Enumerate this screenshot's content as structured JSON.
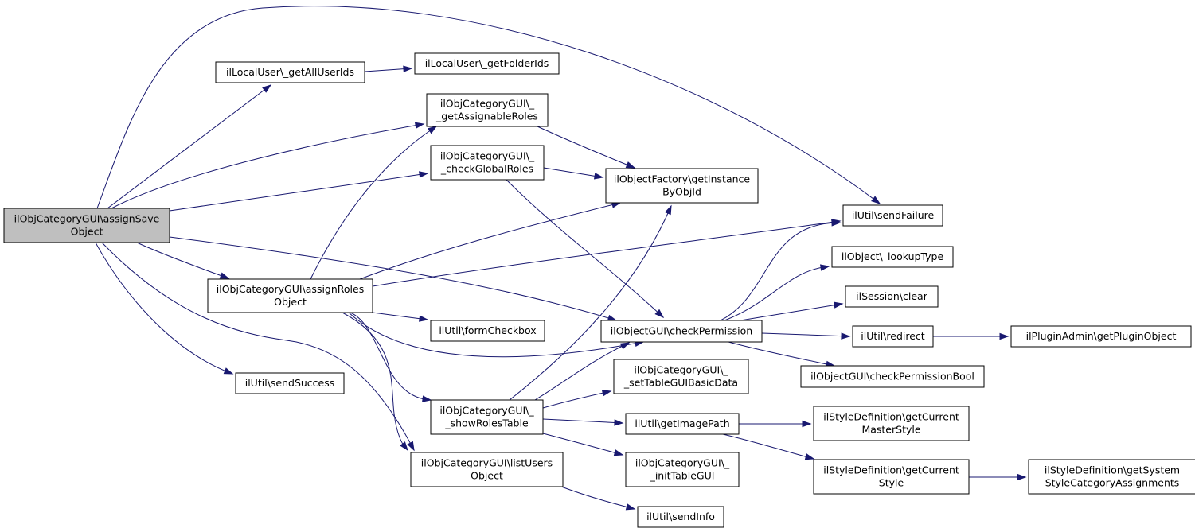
{
  "colors": {
    "edge": "#191970",
    "node_border": "#000000",
    "root_fill": "#bfbfbf",
    "node_fill": "#ffffff"
  },
  "nodes": {
    "root": [
      "ilObjCategoryGUI\\assignSave",
      "Object"
    ],
    "getAllUserIds": [
      "ilLocalUser\\_getAllUserIds"
    ],
    "getFolderIds": [
      "ilLocalUser\\_getFolderIds"
    ],
    "getAssignableRoles": [
      "ilObjCategoryGUI\\_",
      "_getAssignableRoles"
    ],
    "checkGlobalRoles": [
      "ilObjCategoryGUI\\_",
      "_checkGlobalRoles"
    ],
    "getInstanceByObjId": [
      "ilObjectFactory\\getInstance",
      "ByObjId"
    ],
    "sendFailure": [
      "ilUtil\\sendFailure"
    ],
    "lookupType": [
      "ilObject\\_lookupType"
    ],
    "sessionClear": [
      "ilSession\\clear"
    ],
    "assignRolesObject": [
      "ilObjCategoryGUI\\assignRoles",
      "Object"
    ],
    "formCheckbox": [
      "ilUtil\\formCheckbox"
    ],
    "checkPermission": [
      "ilObjectGUI\\checkPermission"
    ],
    "redirect": [
      "ilUtil\\redirect"
    ],
    "getPluginObject": [
      "ilPluginAdmin\\getPluginObject"
    ],
    "checkPermissionBool": [
      "ilObjectGUI\\checkPermissionBool"
    ],
    "sendSuccess": [
      "ilUtil\\sendSuccess"
    ],
    "setTableGUIBasicData": [
      "ilObjCategoryGUI\\_",
      "_setTableGUIBasicData"
    ],
    "showRolesTable": [
      "ilObjCategoryGUI\\_",
      "_showRolesTable"
    ],
    "getImagePath": [
      "ilUtil\\getImagePath"
    ],
    "getCurrentMasterStyle": [
      "ilStyleDefinition\\getCurrent",
      "MasterStyle"
    ],
    "listUsersObject": [
      "ilObjCategoryGUI\\listUsers",
      "Object"
    ],
    "initTableGUI": [
      "ilObjCategoryGUI\\_",
      "_initTableGUI"
    ],
    "getCurrentStyle": [
      "ilStyleDefinition\\getCurrent",
      "Style"
    ],
    "getSystemStyleCategoryAssignments": [
      "ilStyleDefinition\\getSystem",
      "StyleCategoryAssignments"
    ],
    "sendInfo": [
      "ilUtil\\sendInfo"
    ]
  },
  "edges": [
    [
      "root",
      "getAllUserIds"
    ],
    [
      "root",
      "getAssignableRoles"
    ],
    [
      "root",
      "checkGlobalRoles"
    ],
    [
      "root",
      "sendFailure"
    ],
    [
      "root",
      "assignRolesObject"
    ],
    [
      "root",
      "checkPermission"
    ],
    [
      "root",
      "sendSuccess"
    ],
    [
      "root",
      "listUsersObject"
    ],
    [
      "getAllUserIds",
      "getFolderIds"
    ],
    [
      "getAssignableRoles",
      "getInstanceByObjId"
    ],
    [
      "checkGlobalRoles",
      "getInstanceByObjId"
    ],
    [
      "checkGlobalRoles",
      "checkPermission"
    ],
    [
      "assignRolesObject",
      "getAssignableRoles"
    ],
    [
      "assignRolesObject",
      "getInstanceByObjId"
    ],
    [
      "assignRolesObject",
      "sendFailure"
    ],
    [
      "assignRolesObject",
      "formCheckbox"
    ],
    [
      "assignRolesObject",
      "checkPermission"
    ],
    [
      "assignRolesObject",
      "showRolesTable"
    ],
    [
      "assignRolesObject",
      "listUsersObject"
    ],
    [
      "checkPermission",
      "sendFailure"
    ],
    [
      "checkPermission",
      "lookupType"
    ],
    [
      "checkPermission",
      "sessionClear"
    ],
    [
      "checkPermission",
      "redirect"
    ],
    [
      "checkPermission",
      "checkPermissionBool"
    ],
    [
      "redirect",
      "getPluginObject"
    ],
    [
      "showRolesTable",
      "getInstanceByObjId"
    ],
    [
      "showRolesTable",
      "checkPermission"
    ],
    [
      "showRolesTable",
      "setTableGUIBasicData"
    ],
    [
      "showRolesTable",
      "getImagePath"
    ],
    [
      "showRolesTable",
      "initTableGUI"
    ],
    [
      "getImagePath",
      "getCurrentMasterStyle"
    ],
    [
      "getImagePath",
      "getCurrentStyle"
    ],
    [
      "getCurrentStyle",
      "getSystemStyleCategoryAssignments"
    ],
    [
      "listUsersObject",
      "sendInfo"
    ]
  ]
}
